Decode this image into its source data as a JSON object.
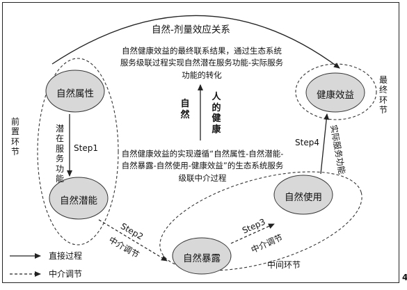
{
  "title": "自然-剂量效应关系",
  "top_paragraph": "自然健康效益的最终联系结果，通过生态系统服务级联过程实现自然潜在服务功能-实际服务功能的转化",
  "middle_paragraph": "自然健康效益的实现遵循“自然属性-自然潜能-自然暴露-自然使用-健康效益”的生态系统服务级联中介过程",
  "nodes": {
    "nature_attribute": "自然属性",
    "nature_potential": "自然潜能",
    "nature_exposure": "自然暴露",
    "nature_use": "自然使用",
    "health_benefit": "健康效益"
  },
  "center_labels": {
    "nature": "自然",
    "human_health": "人的健康"
  },
  "stages": {
    "front": "前置环节",
    "middle": "中间环节",
    "final": "最终环节"
  },
  "steps": {
    "step1": "Step1",
    "step1_desc": "潜在服务功能",
    "step2": "Step2",
    "step2_desc": "中介调节",
    "step3": "Step3",
    "step3_desc": "中介调节",
    "step4": "Step4",
    "step4_desc": "实际服务功能"
  },
  "legend": {
    "direct": "直接过程",
    "mediated": "中介调节"
  },
  "page_marker": "4",
  "colors": {
    "node_fill": "#d8d8d8",
    "line": "#222222"
  }
}
